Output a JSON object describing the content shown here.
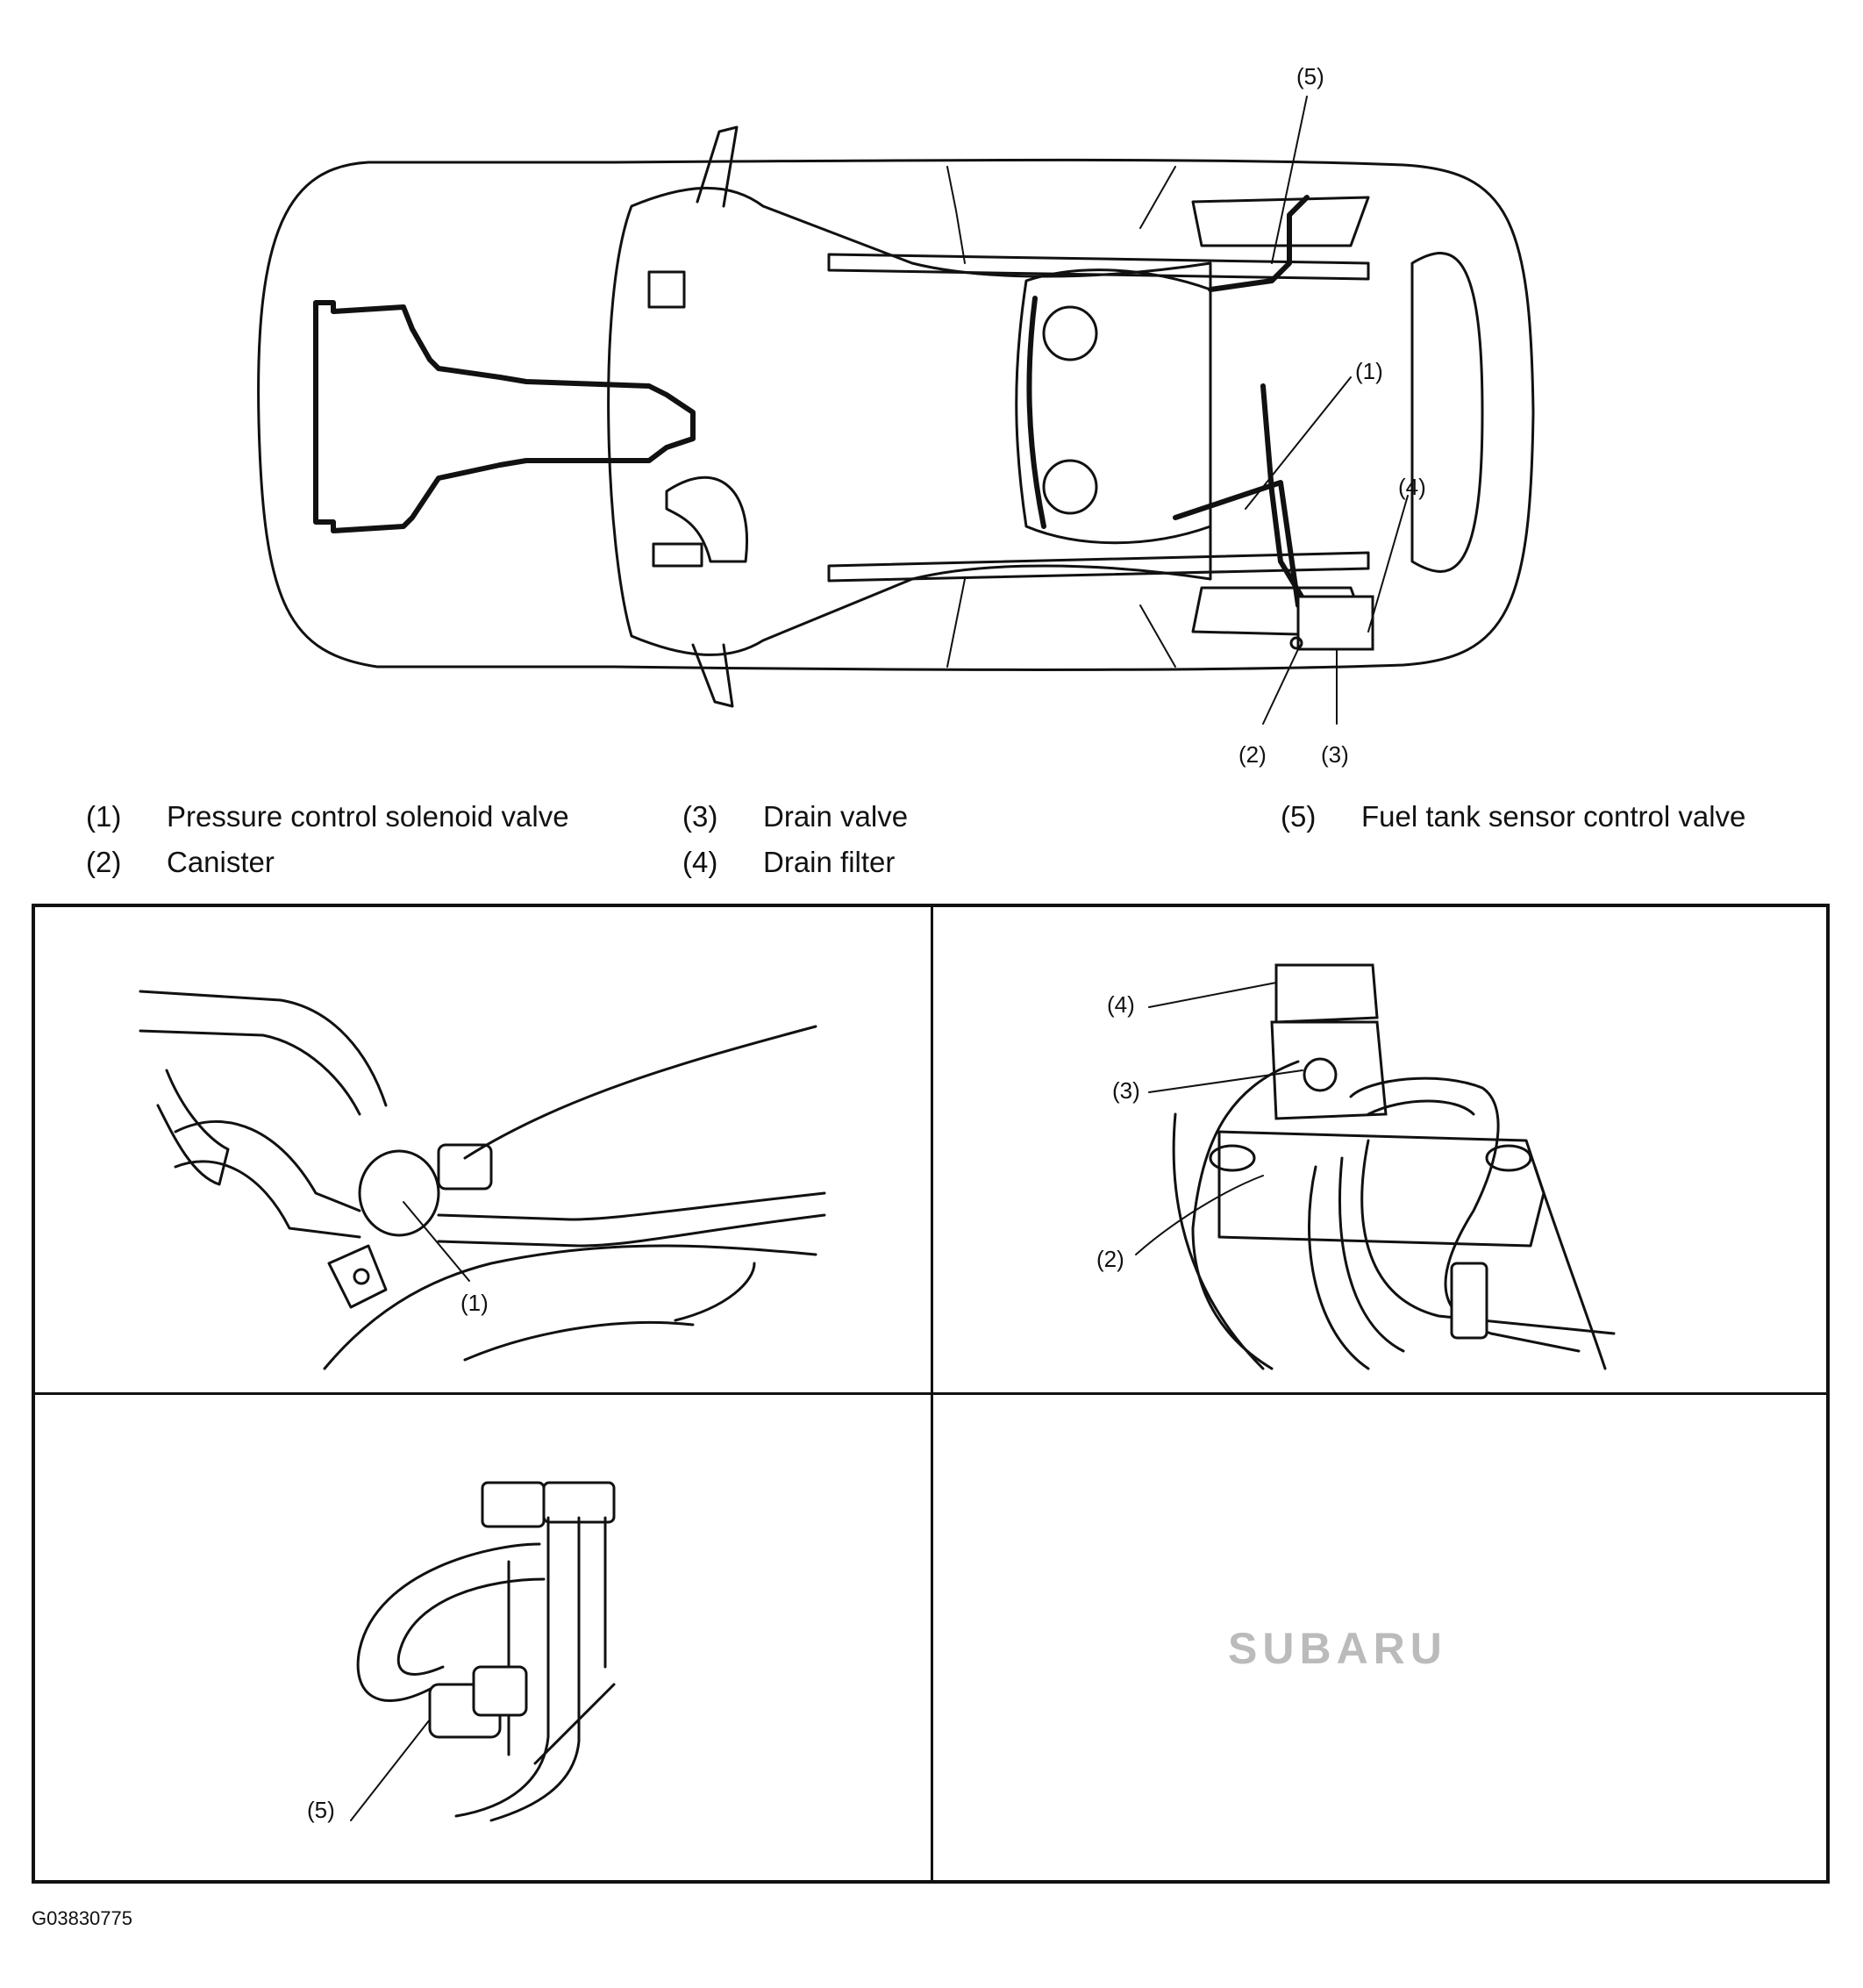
{
  "callouts": {
    "c1": "(1)",
    "c2": "(2)",
    "c3": "(3)",
    "c4": "(4)",
    "c5": "(5)"
  },
  "legend": [
    {
      "num": "(1)",
      "label": "Pressure control solenoid valve"
    },
    {
      "num": "(2)",
      "label": "Canister"
    },
    {
      "num": "(3)",
      "label": "Drain valve"
    },
    {
      "num": "(4)",
      "label": "Drain filter"
    },
    {
      "num": "(5)",
      "label": "Fuel tank sensor control valve"
    }
  ],
  "logo_text": "SUBARU",
  "figure_id": "G03830775"
}
